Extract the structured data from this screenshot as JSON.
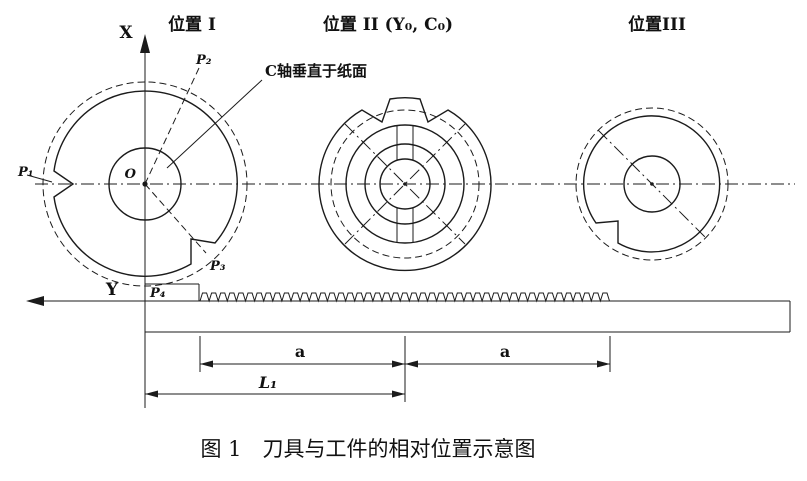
{
  "figure": {
    "positions": {
      "pos1": "位置 I",
      "pos2": "位置 II (Y₀, C₀)",
      "pos3": "位置III"
    },
    "axes": {
      "x": "X",
      "y": "Y"
    },
    "points": {
      "origin": "O",
      "p1": "P₁",
      "p2": "P₂",
      "p3": "P₃",
      "p4": "P₄"
    },
    "annotations": {
      "c_axis": "C轴垂直于纸面"
    },
    "dimensions": {
      "a_left": "a",
      "a_right": "a",
      "l1": "L₁"
    },
    "caption": "图 1　刀具与工件的相对位置示意图"
  }
}
